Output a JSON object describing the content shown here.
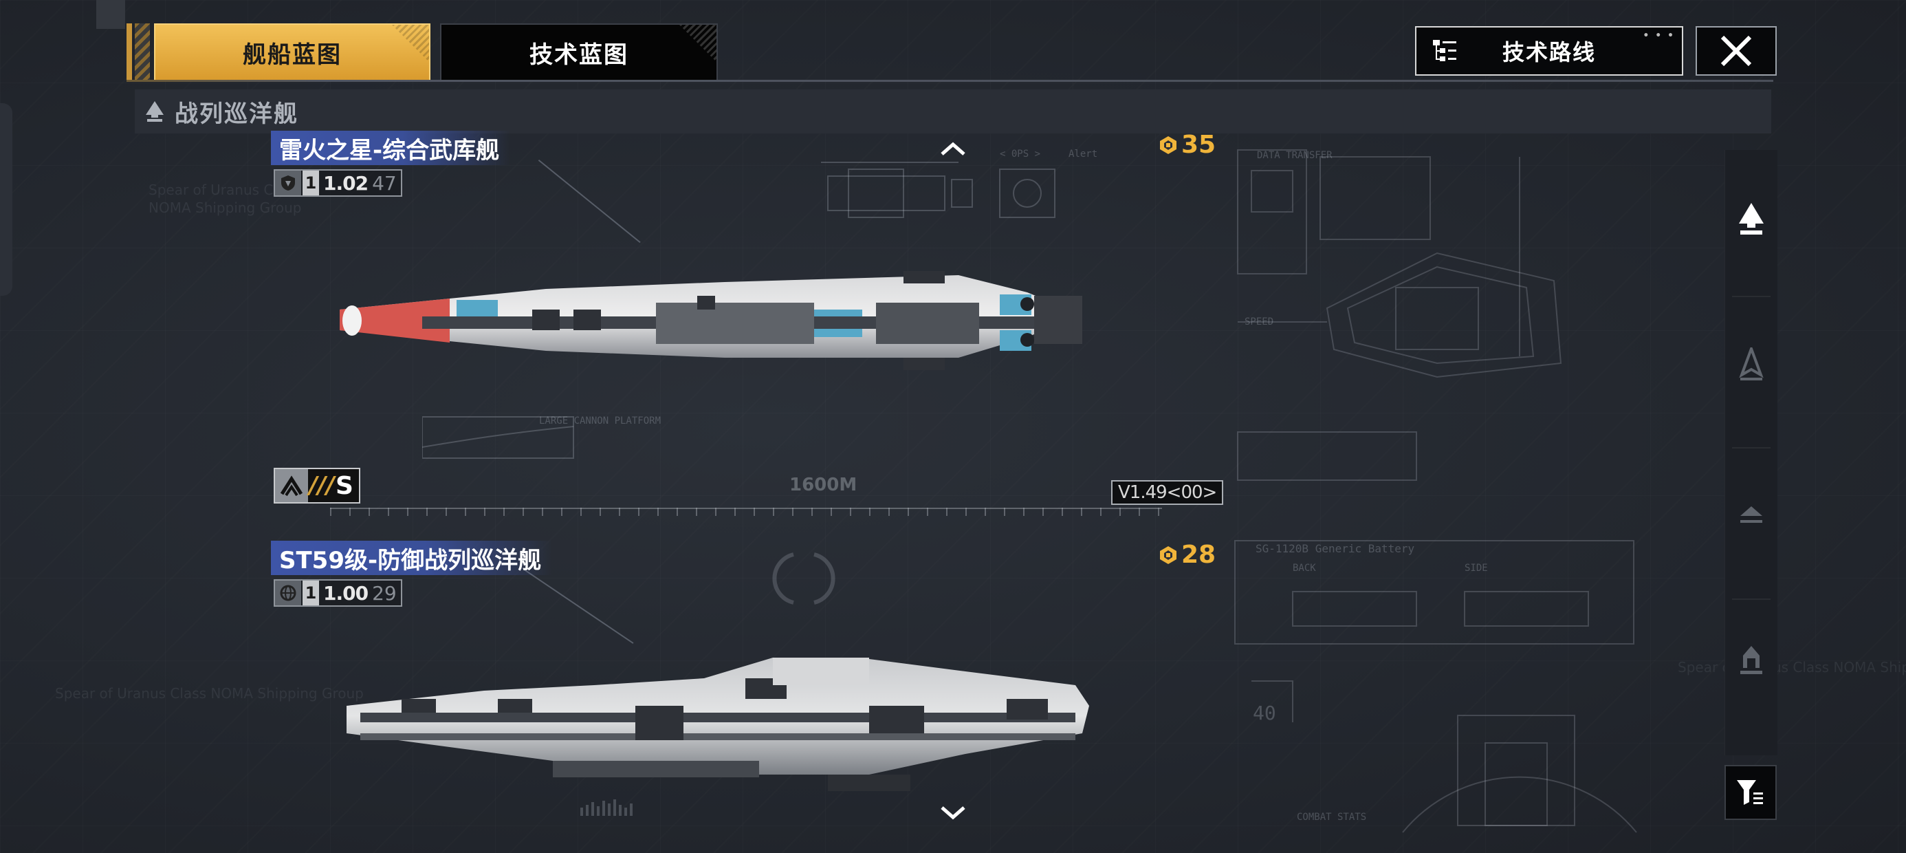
{
  "tabs": {
    "ship_blueprint": "舰船蓝图",
    "tech_blueprint": "技术蓝图"
  },
  "tech_route": {
    "label": "技术路线"
  },
  "category": {
    "label": "战列巡洋舰"
  },
  "ships": [
    {
      "name": "雷火之星-综合武库舰",
      "level": "1",
      "value": "1.02",
      "extra": "47",
      "cost": "35",
      "rank_grade": "S",
      "scale": "1600M",
      "version": "V1.49<00>",
      "blueprint_labels": [
        "LARGE CANNON PLATFORM",
        "DATA TRANSFER",
        "SPEED",
        "Spear of Uranus Class NOMA Shipping Group"
      ]
    },
    {
      "name": "ST59级-防御战列巡洋舰",
      "level": "1",
      "value": "1.00",
      "extra": "29",
      "cost": "28",
      "blueprint_labels": [
        "SG-1120B Generic Battery",
        "BACK",
        "SIDE",
        "COMBAT STATS",
        "Spear of Uranus Class NOMA Shipping Group",
        "40"
      ]
    }
  ],
  "colors": {
    "accent_gold": "#f0b43a",
    "tab_active": "#e3aa3c",
    "name_bar_blue": "#3e55a8"
  },
  "icons": {
    "close": "close-icon",
    "route": "tech-route-icon",
    "filter": "filter-icon",
    "scroll_up": "chevron-up-icon",
    "scroll_down": "chevron-down-icon"
  }
}
